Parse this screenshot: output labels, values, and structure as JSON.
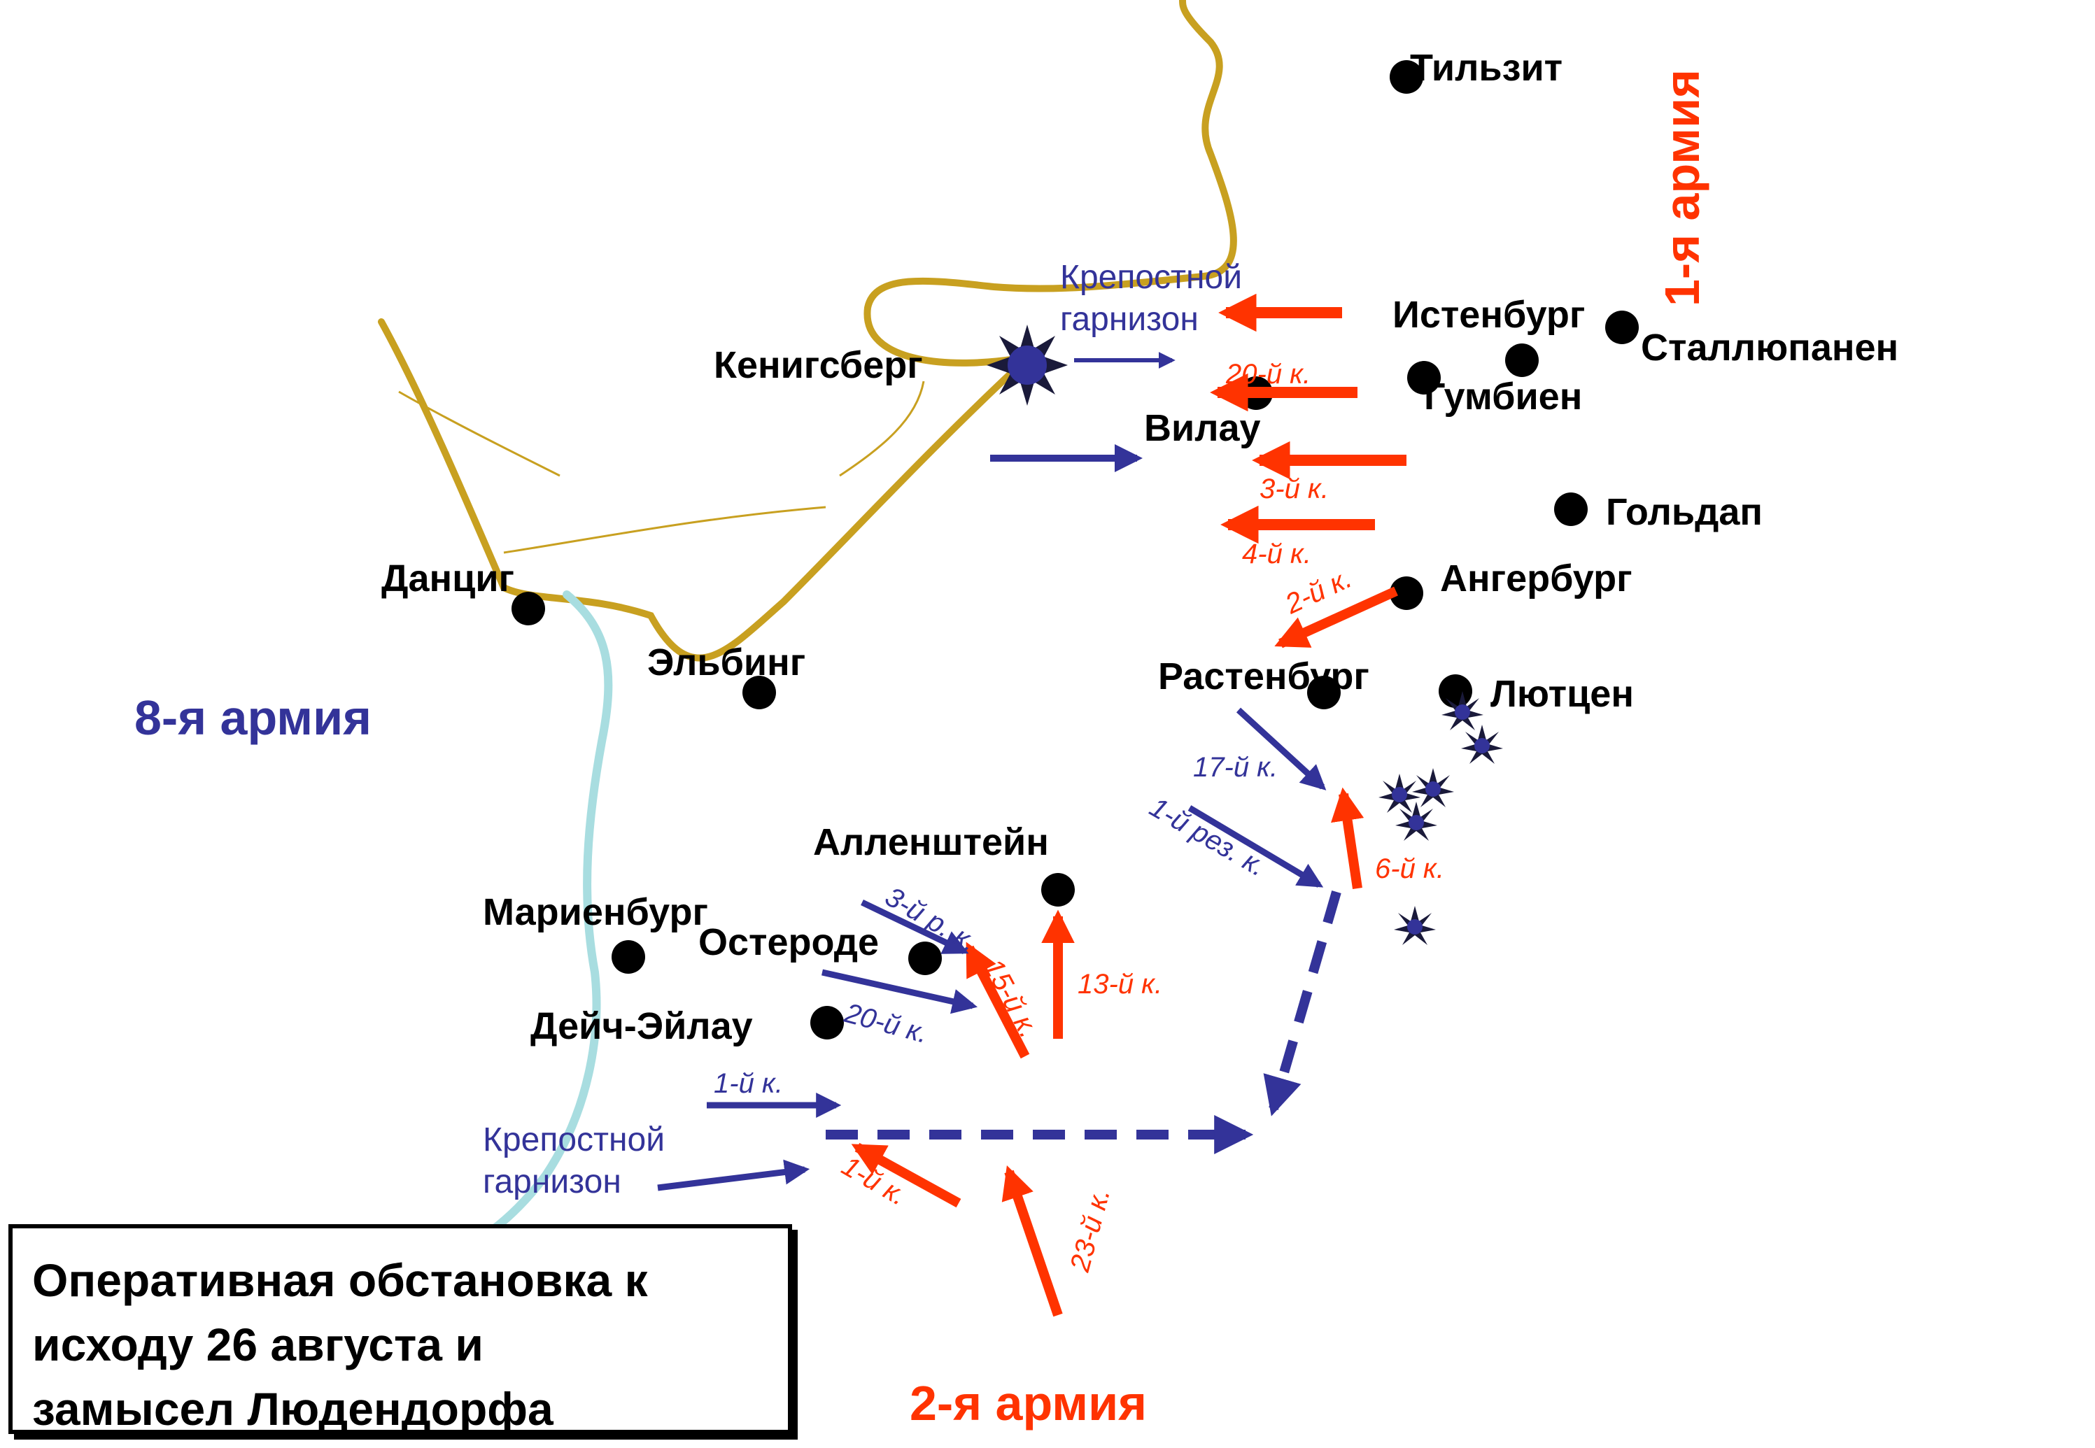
{
  "title": {
    "line1": "Оперативная обстановка к",
    "line2": "исходу 26 августа и",
    "line3": "замысел Людендорфа"
  },
  "armies": {
    "eighth": "8-я армия",
    "first": "1-я армия",
    "second": "2-я армия"
  },
  "cities": {
    "tilsit": "Тильзит",
    "istenburg": "Истенбург",
    "stallupanen": "Сталлюпанен",
    "gumbinen": "Гумбиен",
    "koenigsberg": "Кенигсберг",
    "vilau": "Вилау",
    "goldap": "Гольдап",
    "angerburg": "Ангербург",
    "danzig": "Данциг",
    "elbing": "Эльбинг",
    "rastenburg": "Растенбург",
    "lutzen": "Лютцен",
    "allenstein": "Алленштейн",
    "marienburg": "Мариенбург",
    "osterode": "Остероде",
    "deutsch_eylau": "Дейч-Эйлау"
  },
  "garrisons": {
    "north_line1": "Крепостной",
    "north_line2": "гарнизон",
    "south_line1": "Крепостной",
    "south_line2": "гарнизон"
  },
  "corps": {
    "r20": "20-й к.",
    "r3": "3-й к.",
    "r4": "4-й к.",
    "r2": "2-й к.",
    "b17": "17-й к.",
    "b1res": "1-й рез. к.",
    "r6": "6-й к.",
    "b3res": "3-й р. к.",
    "r15": "15-й к.",
    "r13": "13-й к.",
    "b20": "20-й к.",
    "b1": "1-й к.",
    "r1": "1-й к.",
    "r23": "23-й к."
  },
  "colors": {
    "german_blue": "#333399",
    "russian_red": "#ff3300",
    "border_gold": "#c8a020",
    "river_light_blue": "#a8dde0"
  }
}
